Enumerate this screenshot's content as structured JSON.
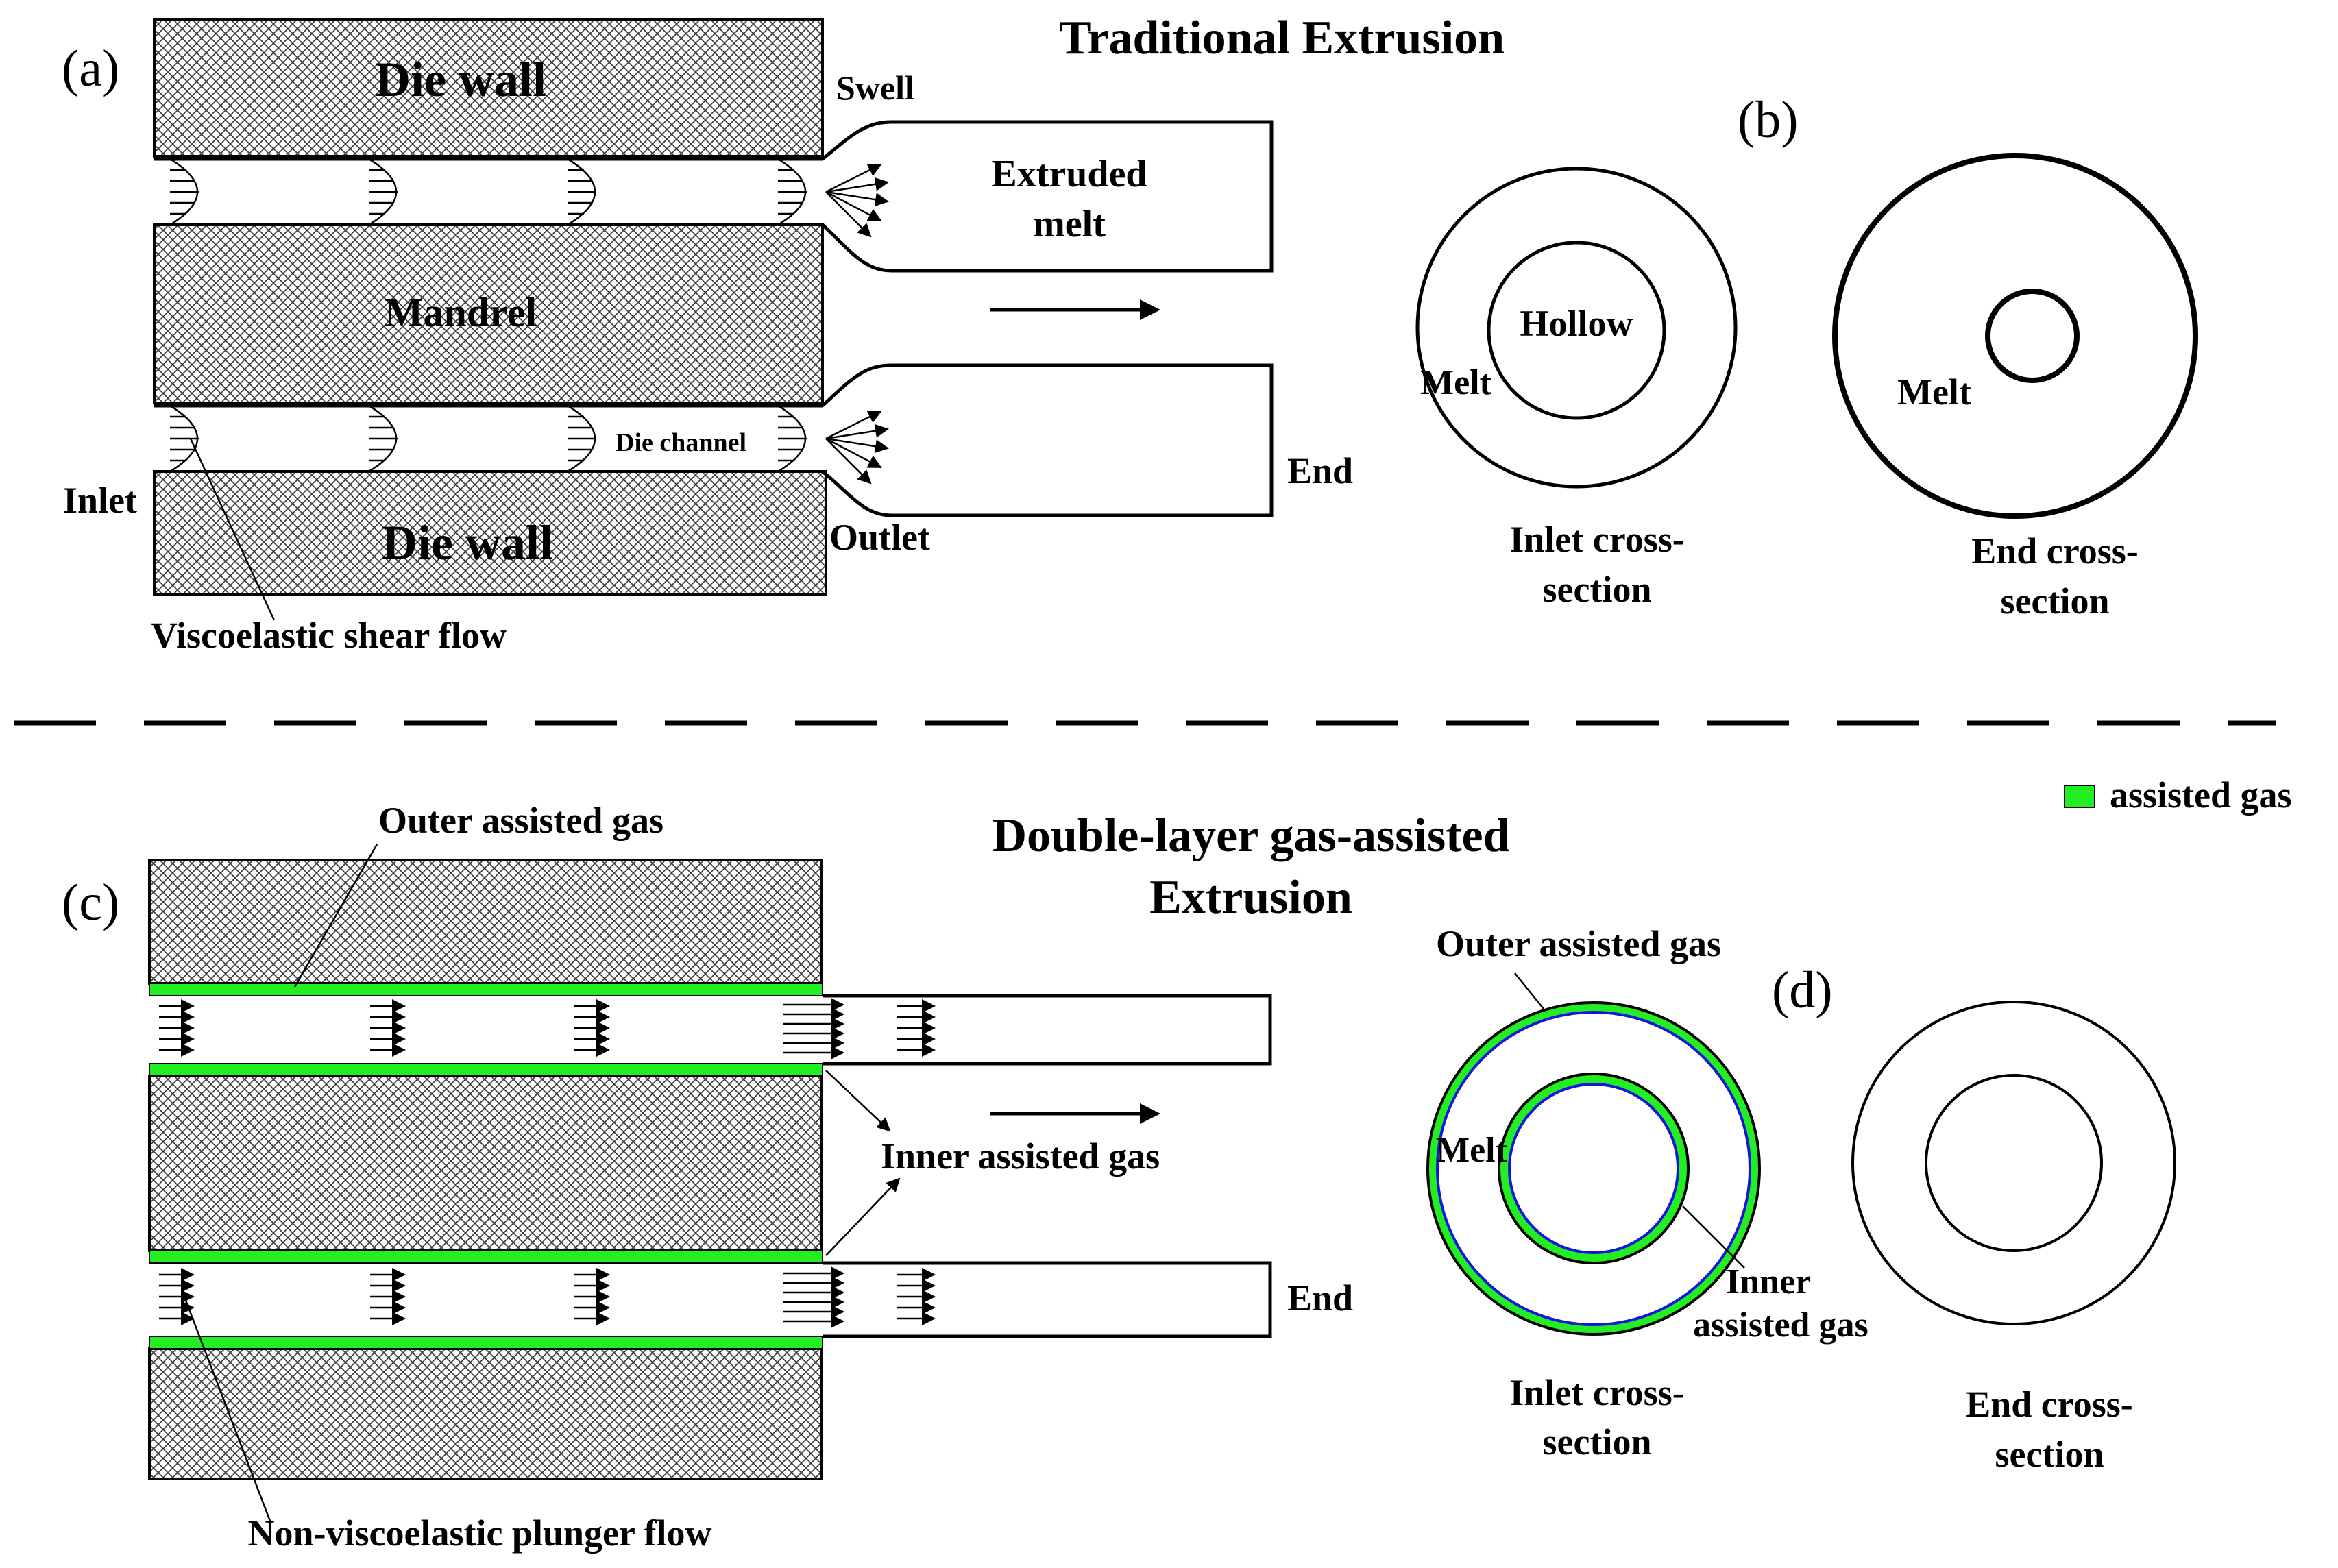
{
  "colors": {
    "assisted_gas": "#22ee22",
    "inner_ring": "#1515e0",
    "ink": "#000000"
  },
  "panel_a": {
    "label": "(a)",
    "title": "Traditional Extrusion",
    "die_wall_top": "Die wall",
    "die_wall_bottom": "Die wall",
    "mandrel": "Mandrel",
    "swell": "Swell",
    "extruded_melt_line1": "Extruded",
    "extruded_melt_line2": "melt",
    "die_channel": "Die channel",
    "inlet": "Inlet",
    "outlet": "Outlet",
    "end": "End",
    "viscoelastic": "Viscoelastic shear flow"
  },
  "panel_b": {
    "label": "(b)",
    "hollow": "Hollow",
    "melt_inlet": "Melt",
    "melt_end": "Melt",
    "inlet_caption_line1": "Inlet cross-",
    "inlet_caption_line2": "section",
    "end_caption_line1": "End cross-",
    "end_caption_line2": "section"
  },
  "legend": {
    "assisted_gas": "assisted gas"
  },
  "panel_c": {
    "label": "(c)",
    "title_line1": "Double-layer gas-assisted",
    "title_line2": "Extrusion",
    "outer_gas": "Outer assisted gas",
    "inner_gas": "Inner assisted gas",
    "end": "End",
    "plunger": "Non-viscoelastic plunger flow"
  },
  "panel_d": {
    "label": "(d)",
    "outer_gas": "Outer assisted gas",
    "melt": "Melt",
    "inner_gas_line1": "Inner",
    "inner_gas_line2": "assisted gas",
    "inlet_caption_line1": "Inlet cross-",
    "inlet_caption_line2": "section",
    "end_caption_line1": "End cross-",
    "end_caption_line2": "section"
  }
}
